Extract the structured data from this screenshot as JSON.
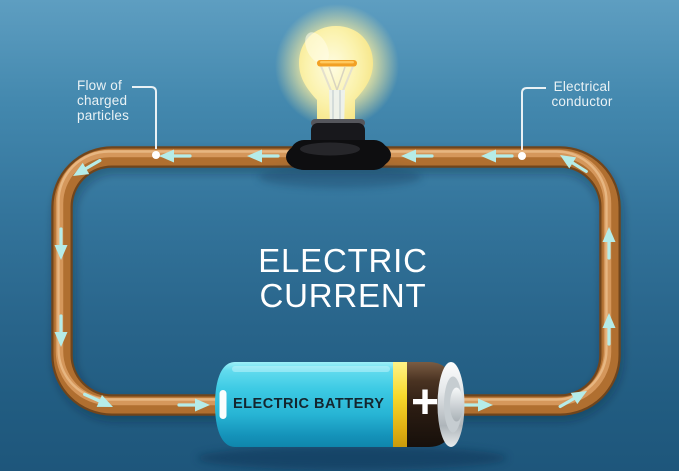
{
  "diagram": {
    "title": "ELECTRIC\nCURRENT",
    "callouts": {
      "flow_label": "Flow of\ncharged\nparticles",
      "conductor_label": "Electrical\nconductor"
    },
    "battery": {
      "label": "ELECTRIC BATTERY",
      "positive_terminal_symbol": "+"
    },
    "icons": {
      "bulb": "light-bulb-icon",
      "battery": "battery-icon",
      "wire": "conductor-wire-loop",
      "arrows": "flow-arrow-icon"
    },
    "colors": {
      "background_top": "#5E9EC1",
      "background_bottom": "#1E567B",
      "wire_copper": "#B06F30",
      "wire_highlight": "#D89A5F",
      "arrow_cyan": "#B5ECE8",
      "bulb_glow": "#FBEFA0",
      "filament_orange": "#F2A024",
      "battery_body_cyan": "#3DCAE4",
      "battery_stripe_yellow": "#F7D92C",
      "battery_cap_dark": "#2B1C12",
      "label_text": "#EAF2F5",
      "title_text": "#FFFFFF"
    }
  }
}
